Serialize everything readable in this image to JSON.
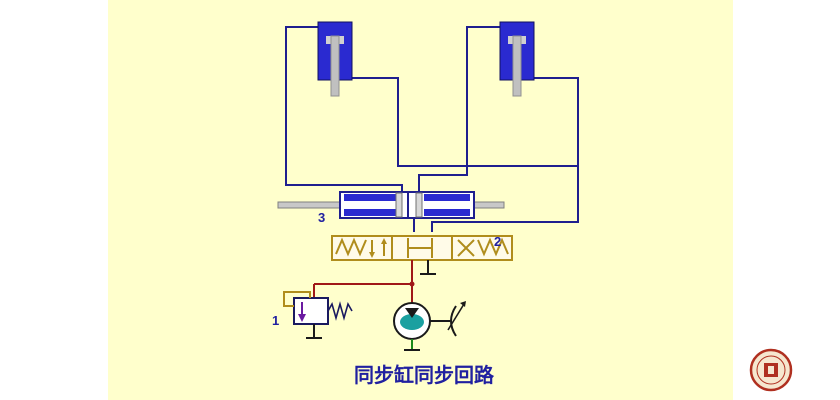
{
  "caption": "同步缸同步回路",
  "labels": {
    "relief_valve": "1",
    "directional_valve": "2",
    "synchronizing_cylinder": "3"
  },
  "icons": {
    "logo": "university-seal-icon"
  },
  "colors": {
    "background": "#ffffcc",
    "canvas": "#ffffff",
    "pipe": "#1f1f8f",
    "cylinder": "#2222cc",
    "rod": "#b0b0b0",
    "valve": "#b08d1c",
    "pressure_line": "#a01818",
    "suction_line": "#1a8a1a",
    "pump_fill": "#1aa0a0",
    "caption": "#2020a0",
    "relief_valve": "#1a1a60",
    "logo": "#b03020"
  }
}
